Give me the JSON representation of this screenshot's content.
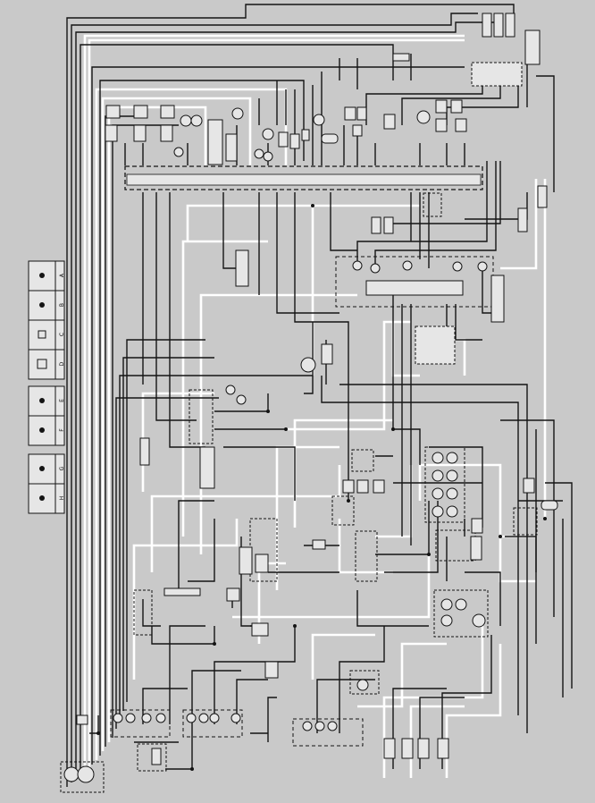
{
  "diagram": {
    "colors": {
      "background": "#c9c9c9",
      "wire_dark": "#141414",
      "wire_light": "#ffffff",
      "component_fill": "#e6e6e6"
    },
    "legend_panels": [
      {
        "rows": [
          {
            "icon": "round-connector-icon",
            "code": "A"
          },
          {
            "icon": "round-connector-icon",
            "code": "B"
          },
          {
            "icon": "square-connector-icon",
            "code": "C"
          },
          {
            "icon": "plug-connector-icon",
            "code": "D"
          }
        ]
      },
      {
        "rows": [
          {
            "icon": "round-connector-icon",
            "code": "E"
          },
          {
            "icon": "round-connector-icon",
            "code": "F"
          }
        ]
      },
      {
        "rows": [
          {
            "icon": "round-connector-icon",
            "code": "G"
          },
          {
            "icon": "round-connector-icon",
            "code": "H"
          }
        ]
      }
    ]
  }
}
